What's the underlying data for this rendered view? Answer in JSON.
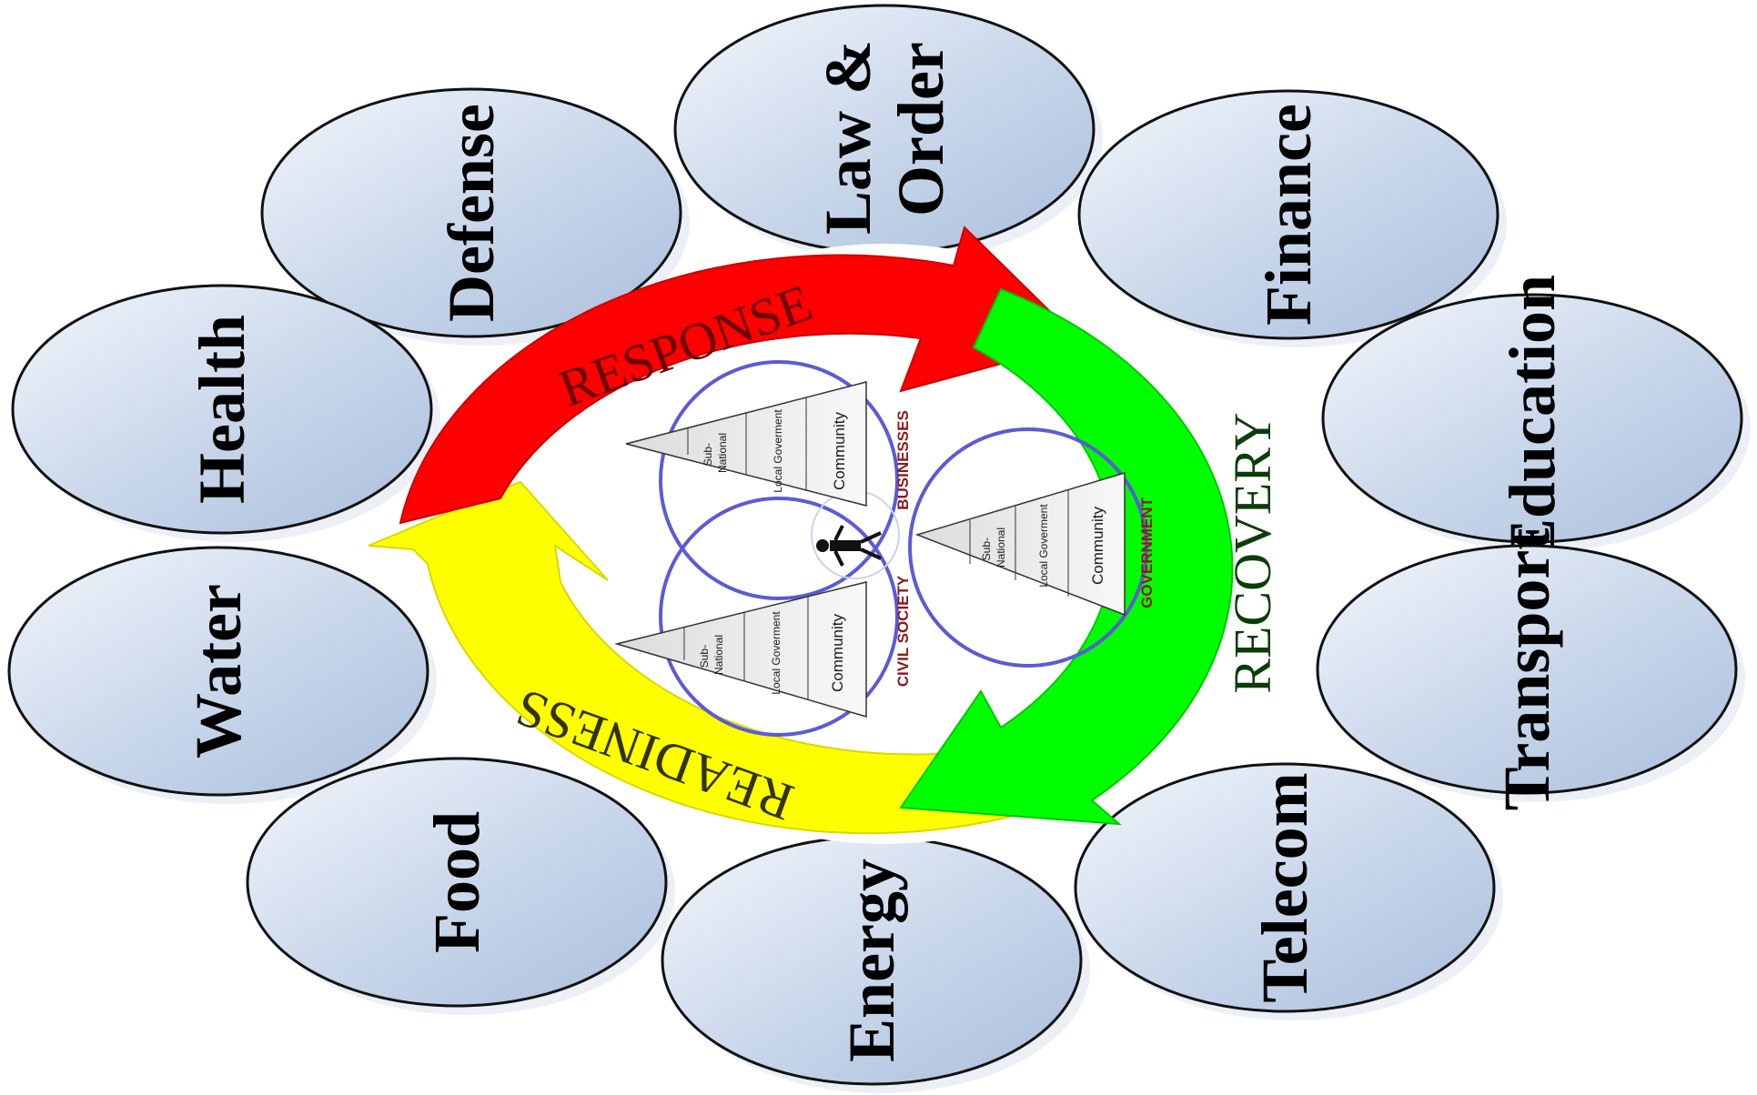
{
  "sectors": {
    "law_order": [
      "Law &",
      "Order"
    ],
    "defense": "Defense",
    "finance": "Finance",
    "health": "Health",
    "education": "Education",
    "water": "Water",
    "transport": "Transport",
    "food": "Food",
    "telecom": "Telecom",
    "energy": "Energy"
  },
  "cycle": {
    "response": "RESPONSE",
    "recovery": "RECOVERY",
    "readiness": "READINESS"
  },
  "groups": {
    "businesses": "BUSINESSES",
    "government": "GOVERNMENT",
    "civil_society": "CIVIL SOCIETY"
  },
  "tiers": {
    "community": "Community",
    "local_government": "Local Goverment",
    "sub_national": [
      "Sub-",
      "National"
    ]
  },
  "colors": {
    "response": "#ff0000",
    "recovery": "#00ff00",
    "readiness": "#ffff00",
    "ellipse_fill": "#b4c6e0",
    "circle_stroke": "#5b5bd6",
    "group_text": "#8b1a1a"
  }
}
